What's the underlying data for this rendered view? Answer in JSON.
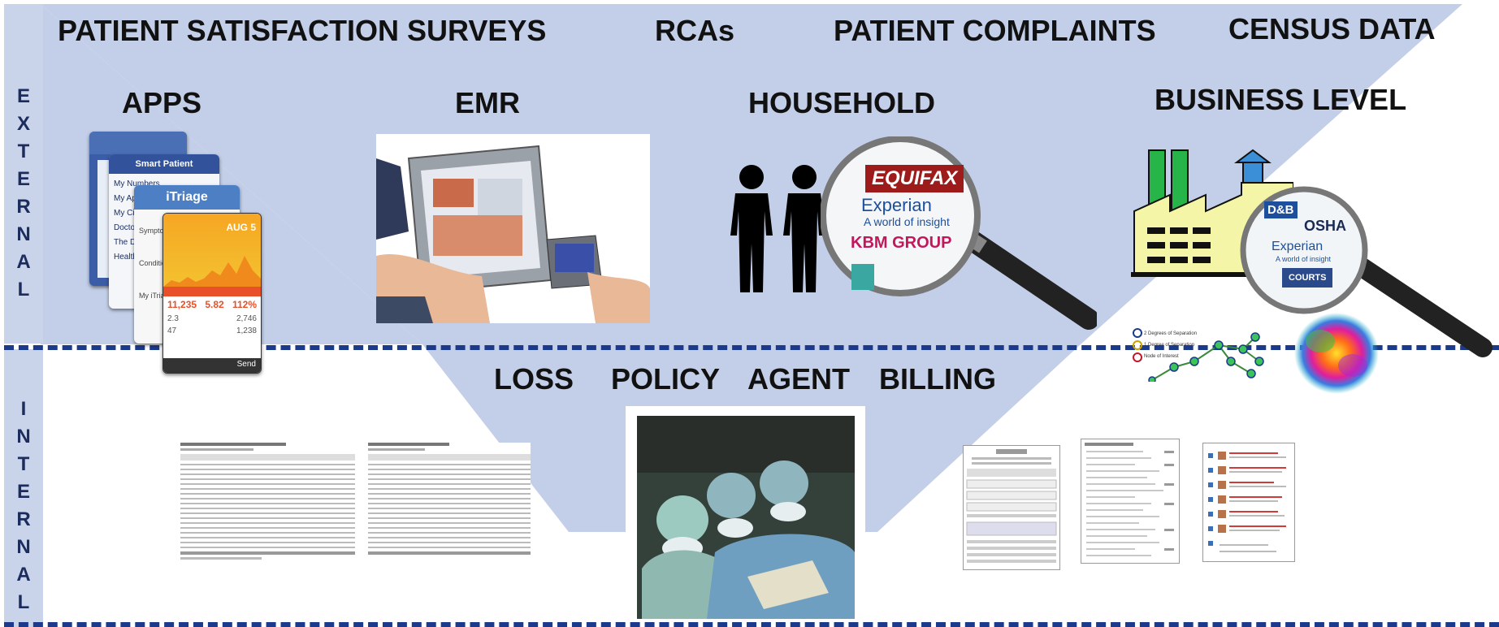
{
  "labels": {
    "top": [
      "PATIENT SATISFACTION SURVEYS",
      "RCAs",
      "PATIENT COMPLAINTS",
      "CENSUS DATA"
    ],
    "external_items": [
      "APPS",
      "EMR",
      "HOUSEHOLD",
      "BUSINESS LEVEL"
    ],
    "internal_items": [
      "LOSS",
      "POLICY",
      "AGENT",
      "BILLING"
    ]
  },
  "sidebar": {
    "external": "EXTERNAL",
    "internal": "INTERNAL"
  },
  "household_brands": [
    "EQUIFAX",
    "Experian",
    "A world of insight",
    "KBM GROUP"
  ],
  "business_brands": [
    "D&B",
    "OSHA",
    "Experian",
    "A world of insight",
    "COURTS"
  ],
  "app_screen": {
    "app1_title": "Smart Patient",
    "app1_items": [
      "My Numbers",
      "My Ap",
      "My Ci",
      "Docto",
      "The D",
      "Health"
    ],
    "app2_title": "iTriage",
    "app2_items": [
      "Sympto",
      "Conditio",
      "My iTriage"
    ],
    "app3_date": "AUG 5",
    "app3_stats": [
      "11,235",
      "5.82",
      "112%",
      "2.3",
      "2,746",
      "47",
      "1,238"
    ],
    "app3_send": "Send"
  },
  "network_legend": [
    "2 Degrees of Separation",
    "1 Degree of Separation",
    "Node of Interest"
  ],
  "colors": {
    "background_triangle": "#c3cfe8",
    "sidebar": "#c9d3ea",
    "dash_line": "#1c3a8c",
    "factory_green": "#27b54a",
    "factory_yellow": "#f5f5a8",
    "equifax_red": "#9e1b1b",
    "experian_blue": "#1d4f9c"
  }
}
